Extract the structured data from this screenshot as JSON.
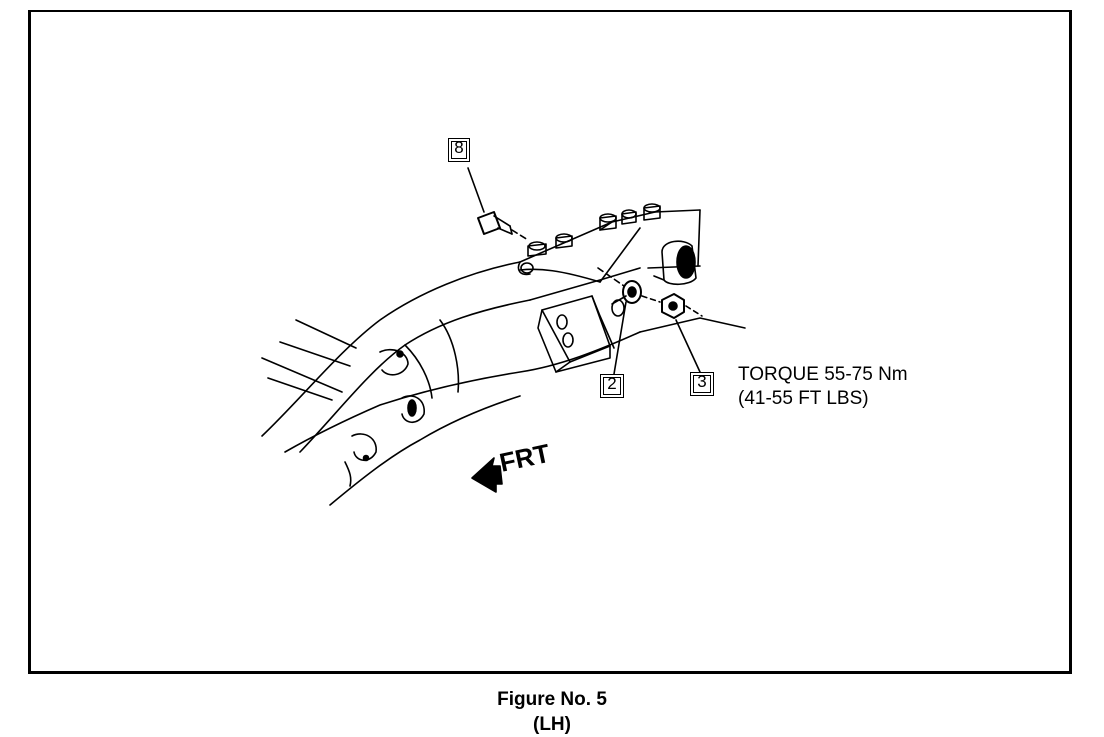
{
  "diagram": {
    "callouts": {
      "bolt": "8",
      "washer": "2",
      "nut": "3"
    },
    "torque_line1": "TORQUE 55-75 Nm",
    "torque_line2": "(41-55 FT LBS)",
    "direction_label": "FRT"
  },
  "caption": {
    "title": "Figure No. 5",
    "side": "(LH)"
  }
}
